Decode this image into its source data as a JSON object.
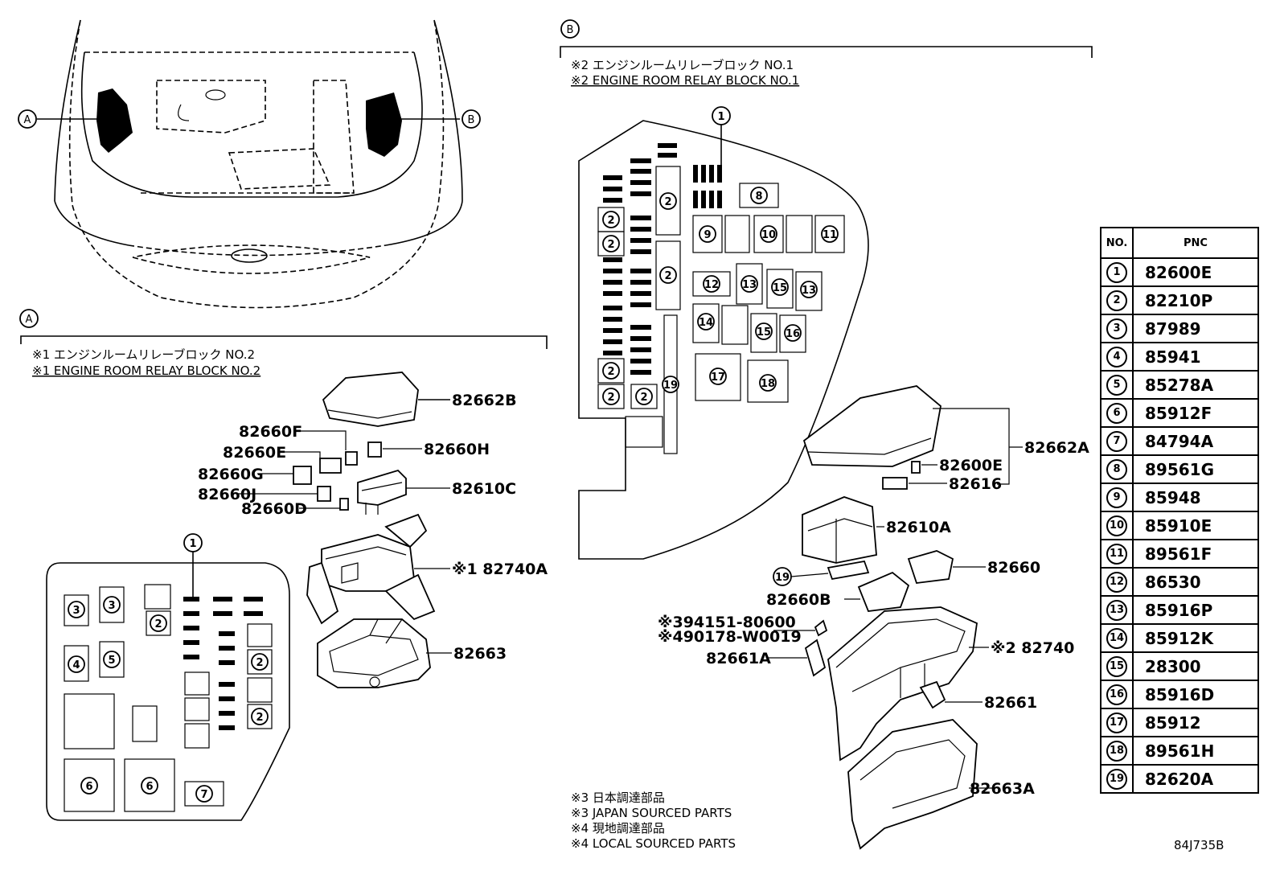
{
  "callouts": {
    "a": "A",
    "b": "B"
  },
  "section_a": {
    "letter": "A",
    "note_jp": "※1 エンジンルームリレーブロック NO.2",
    "note_en": "※1 ENGINE ROOM RELAY BLOCK NO.2",
    "labels": {
      "p82662B": "82662B",
      "p82660F": "82660F",
      "p82660E": "82660E",
      "p82660H": "82660H",
      "p82660G": "82660G",
      "p82660J": "82660J",
      "p82610C": "82610C",
      "p82660D": "82660D",
      "p82740A": "※1 82740A",
      "p82663": "82663"
    },
    "layout_numbers": [
      "1",
      "2",
      "2",
      "2",
      "3",
      "3",
      "4",
      "5",
      "6",
      "6",
      "7"
    ]
  },
  "section_b": {
    "letter": "B",
    "note_jp": "※2 エンジンルームリレーブロック NO.1",
    "note_en": "※2 ENGINE ROOM RELAY BLOCK NO.1",
    "labels": {
      "p82662A": "82662A",
      "p82600E": "82600E",
      "p82616": "82616",
      "p82610A": "82610A",
      "p82660": "82660",
      "c19": "19",
      "p82660B": "82660B",
      "p394151": "※394151-80600",
      "p490178": "※490178-W0019",
      "p82661A": "82661A",
      "p82740": "※2 82740",
      "p82661": "82661",
      "p82663A": "82663A"
    },
    "layout_numbers": [
      "1",
      "2",
      "2",
      "2",
      "2",
      "2",
      "2",
      "2",
      "8",
      "9",
      "10",
      "11",
      "12",
      "13",
      "13",
      "14",
      "15",
      "15",
      "16",
      "17",
      "18",
      "19"
    ]
  },
  "footnotes": [
    "※3 日本調達部品",
    "※3 JAPAN SOURCED PARTS",
    "※4 現地調達部品",
    "※4 LOCAL SOURCED PARTS"
  ],
  "table": {
    "header_no": "NO.",
    "header_pnc": "PNC",
    "rows": [
      {
        "no": "1",
        "pnc": "82600E"
      },
      {
        "no": "2",
        "pnc": "82210P"
      },
      {
        "no": "3",
        "pnc": "87989"
      },
      {
        "no": "4",
        "pnc": "85941"
      },
      {
        "no": "5",
        "pnc": "85278A"
      },
      {
        "no": "6",
        "pnc": "85912F"
      },
      {
        "no": "7",
        "pnc": "84794A"
      },
      {
        "no": "8",
        "pnc": "89561G"
      },
      {
        "no": "9",
        "pnc": "85948"
      },
      {
        "no": "10",
        "pnc": "85910E"
      },
      {
        "no": "11",
        "pnc": "89561F"
      },
      {
        "no": "12",
        "pnc": "86530"
      },
      {
        "no": "13",
        "pnc": "85916P"
      },
      {
        "no": "14",
        "pnc": "85912K"
      },
      {
        "no": "15",
        "pnc": "28300"
      },
      {
        "no": "16",
        "pnc": "85916D"
      },
      {
        "no": "17",
        "pnc": "85912"
      },
      {
        "no": "18",
        "pnc": "89561H"
      },
      {
        "no": "19",
        "pnc": "82620A"
      }
    ]
  },
  "drawing_code": "84J735B"
}
